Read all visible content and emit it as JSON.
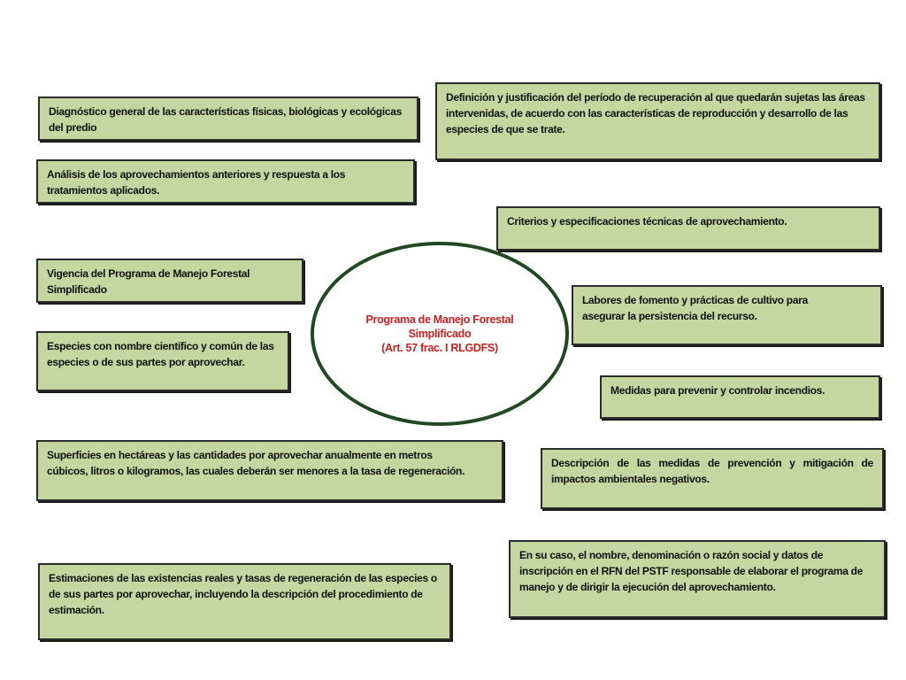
{
  "center": {
    "line1": "Programa de Manejo Forestal",
    "line2": "Simplificado",
    "line3": "(Art. 57 frac. I RLGDFS)"
  },
  "colors": {
    "box_fill": "#c5d6a0",
    "box_border": "#2b2b2b",
    "ellipse_border": "#1f4a1f",
    "center_text": "#c8201e"
  },
  "boxes": {
    "diagnostico": "Diagnóstico general de las características físicas, biológicas y ecológicas del predio",
    "analisis": "Análisis de los aprovechamientos anteriores y respuesta a los tratamientos aplicados.",
    "vigencia": "Vigencia del Programa de Manejo Forestal Simplificado",
    "especies": "Especies con nombre científico y común de las especies o de sus partes por aprovechar.",
    "superficies": "Superficies en hectáreas y las cantidades por aprovechar anualmente en metros cúbicos, litros o kilogramos, las cuales deberán ser menores a la tasa de regeneración.",
    "estimaciones": "Estimaciones de las existencias reales y tasas de regeneración de las especies o de sus partes por aprovechar, incluyendo la descripción del procedimiento de estimación.",
    "definicion": "Definición y justificación del período de recuperación al que quedarán sujetas las áreas intervenidas, de acuerdo con las características de reproducción y desarrollo de las especies de que se trate.",
    "criterios": "Criterios y especificaciones técnicas de aprovechamiento.",
    "labores": "Labores de fomento y prácticas de cultivo para asegurar la persistencia del recurso.",
    "medidas_incendios": "Medidas para prevenir y controlar incendios.",
    "descripcion_medidas": "Descripción de las medidas de prevención y mitigación de impactos ambientales negativos.",
    "responsable": "En su caso, el nombre, denominación o razón social y datos de inscripción en el RFN del PSTF responsable de elaborar el programa de manejo y de dirigir la ejecución del aprovechamiento."
  }
}
